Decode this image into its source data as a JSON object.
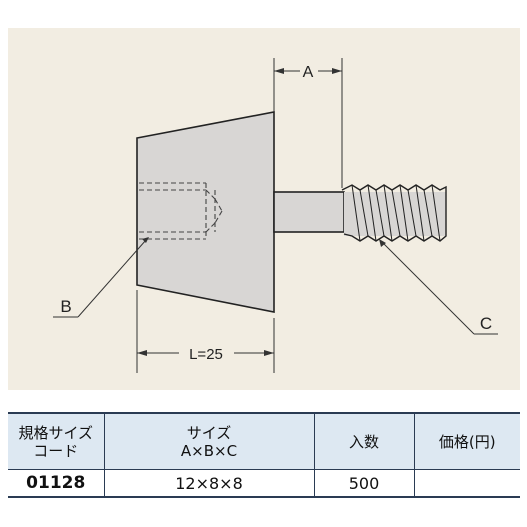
{
  "drawing": {
    "dim_a": "A",
    "dim_b": "B",
    "dim_c": "C",
    "dim_length": "L=25"
  },
  "table": {
    "headers": {
      "code_line1": "規格サイズ",
      "code_line2": "コード",
      "size_line1": "サイズ",
      "size_line2": "A×B×C",
      "quantity": "入数",
      "price": "価格(円)"
    },
    "rows": [
      {
        "code": "01128",
        "size": "12×8×8",
        "quantity": "500",
        "price": ""
      }
    ]
  }
}
